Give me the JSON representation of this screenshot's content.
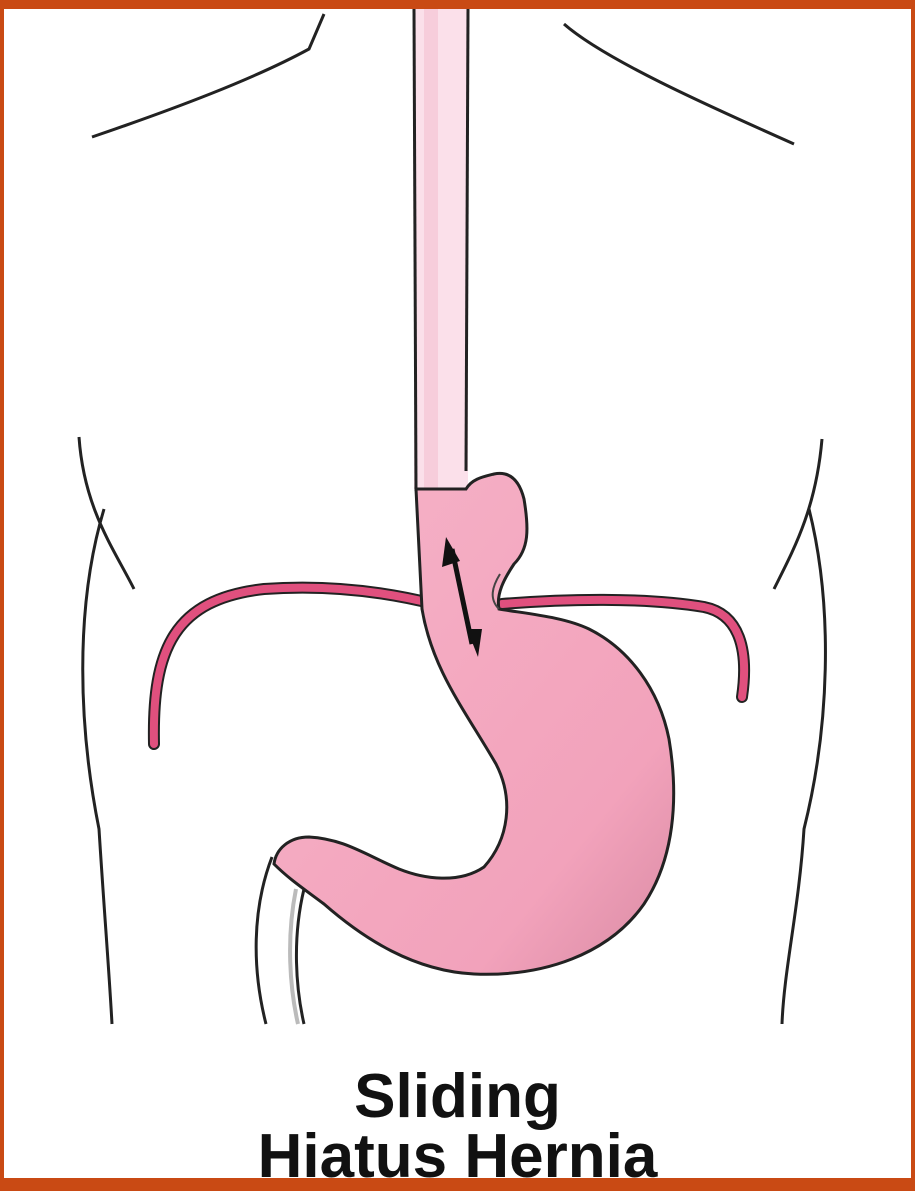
{
  "caption": {
    "line1": "Sliding",
    "line2": "Hiatus Hernia"
  },
  "colors": {
    "frame": "#c94a14",
    "background": "#ffffff",
    "organ_fill": "#f4a9c0",
    "esophagus_light": "#fbe0ea",
    "diaphragm": "#e0507e",
    "outline": "#222222"
  },
  "icons": {
    "arrow": "double-headed-arrow"
  }
}
